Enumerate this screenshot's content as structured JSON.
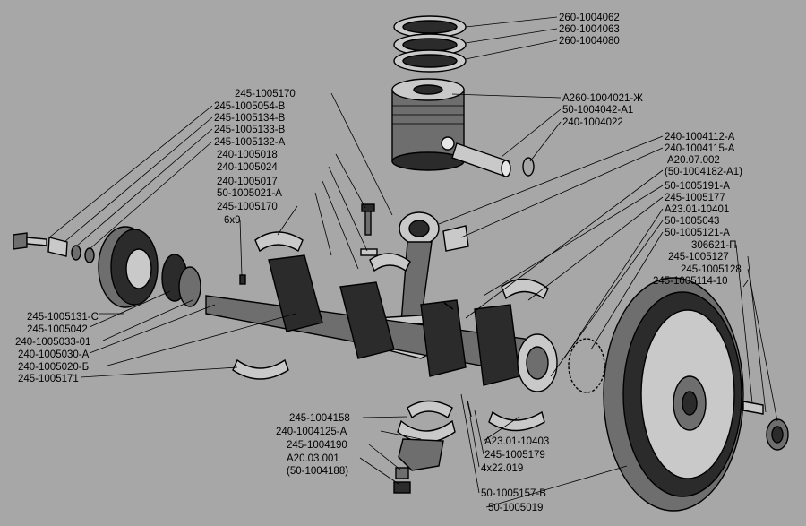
{
  "diagram": {
    "colors": {
      "background": "#a7a7a7",
      "ink": "#000000",
      "shade": "#2b2b2b"
    },
    "labels_top_right": [
      "260-1004062",
      "260-1004063",
      "260-1004080",
      "А260-1004021-Ж",
      "50-1004042-А1",
      "240-1004022",
      "240-1004112-А",
      "240-1004115-А",
      "А20.07.002",
      "(50-1004182-А1)",
      "50-1005191-А",
      "245-1005177",
      "А23.01-10401",
      "50-1005043",
      "50-1005121-А",
      "306621-П",
      "245-1005127",
      "245-1005128",
      "245-1005114-10"
    ],
    "labels_top_left": [
      "245-1005170",
      "245-1005054-В",
      "245-1005134-В",
      "245-1005133-В",
      "245-1005132-А",
      "240-1005018",
      "240-1005024",
      "240-1005017",
      "50-1005021-А",
      "245-1005170",
      "6х9"
    ],
    "labels_bottom_left": [
      "245-1005131-С",
      "245-1005042",
      "240-1005033-01",
      "240-1005030-А",
      "240-1005020-Б",
      "245-1005171"
    ],
    "labels_bottom_center": [
      "245-1004158",
      "240-1004125-А",
      "245-1004190",
      "А20.03.001",
      "(50-1004188)"
    ],
    "labels_bottom_right": [
      "А23.01-10403",
      "245-1005179",
      "4х22.019",
      "50-1005157-В",
      "50-1005019"
    ]
  }
}
